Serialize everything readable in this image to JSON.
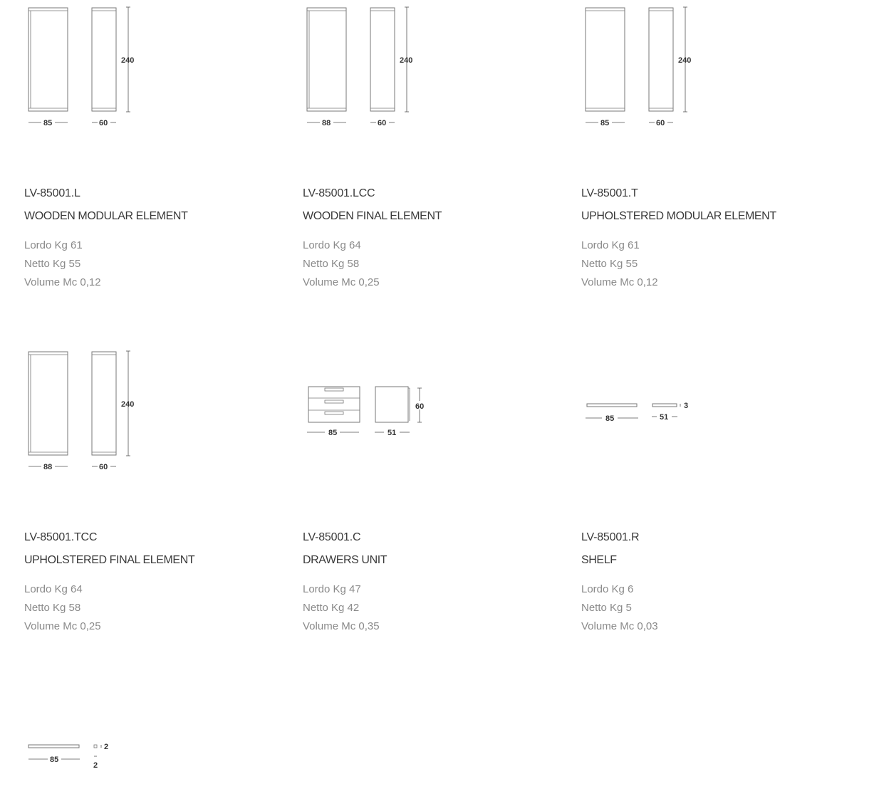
{
  "products": [
    {
      "code": "LV-85001.L",
      "name": "WOODEN MODULAR ELEMENT",
      "specs": [
        "Lordo Kg 61",
        "Netto Kg 55",
        "Volume Mc 0,12"
      ],
      "dims": {
        "width": "85",
        "depth": "60",
        "height": "240"
      }
    },
    {
      "code": "LV-85001.LCC",
      "name": "WOODEN FINAL ELEMENT",
      "specs": [
        "Lordo Kg 64",
        "Netto Kg 58",
        "Volume Mc 0,25"
      ],
      "dims": {
        "width": "88",
        "depth": "60",
        "height": "240"
      }
    },
    {
      "code": "LV-85001.T",
      "name": "UPHOLSTERED MODULAR ELEMENT",
      "specs": [
        "Lordo Kg 61",
        "Netto Kg 55",
        "Volume Mc 0,12"
      ],
      "dims": {
        "width": "85",
        "depth": "60",
        "height": "240"
      }
    },
    {
      "code": "LV-85001.TCC",
      "name": "UPHOLSTERED FINAL ELEMENT",
      "specs": [
        "Lordo Kg 64",
        "Netto Kg 58",
        "Volume Mc 0,25"
      ],
      "dims": {
        "width": "88",
        "depth": "60",
        "height": "240"
      }
    },
    {
      "code": "LV-85001.C",
      "name": "DRAWERS UNIT",
      "specs": [
        "Lordo Kg 47",
        "Netto Kg 42",
        "Volume Mc 0,35"
      ],
      "dims": {
        "width": "85",
        "depth": "51",
        "height": "60"
      }
    },
    {
      "code": "LV-85001.R",
      "name": "SHELF",
      "specs": [
        "Lordo Kg 6",
        "Netto Kg 5",
        "Volume Mc 0,03"
      ],
      "dims": {
        "width": "85",
        "depth": "51",
        "height": "3"
      }
    }
  ],
  "extra_drawing": {
    "width": "85",
    "height": "2",
    "depth": "2"
  }
}
